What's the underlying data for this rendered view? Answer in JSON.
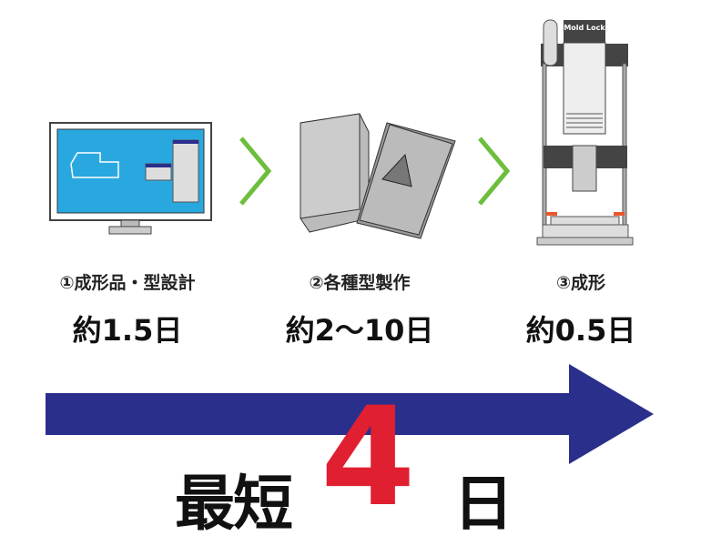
{
  "steps": [
    {
      "label": "①成形品・型設計",
      "duration": "約1.5日"
    },
    {
      "label": "②各種型製作",
      "duration": "約2〜10日"
    },
    {
      "label": "③成形",
      "duration": "約0.5日"
    }
  ],
  "machine_label": "Mold Lock",
  "result": {
    "prefix": "最短",
    "number": "4",
    "suffix": "日"
  },
  "colors": {
    "arrow": "#2b2f8c",
    "accent": "#e02030",
    "chevron": "#6cbf3c",
    "screen": "#29a8e0"
  }
}
